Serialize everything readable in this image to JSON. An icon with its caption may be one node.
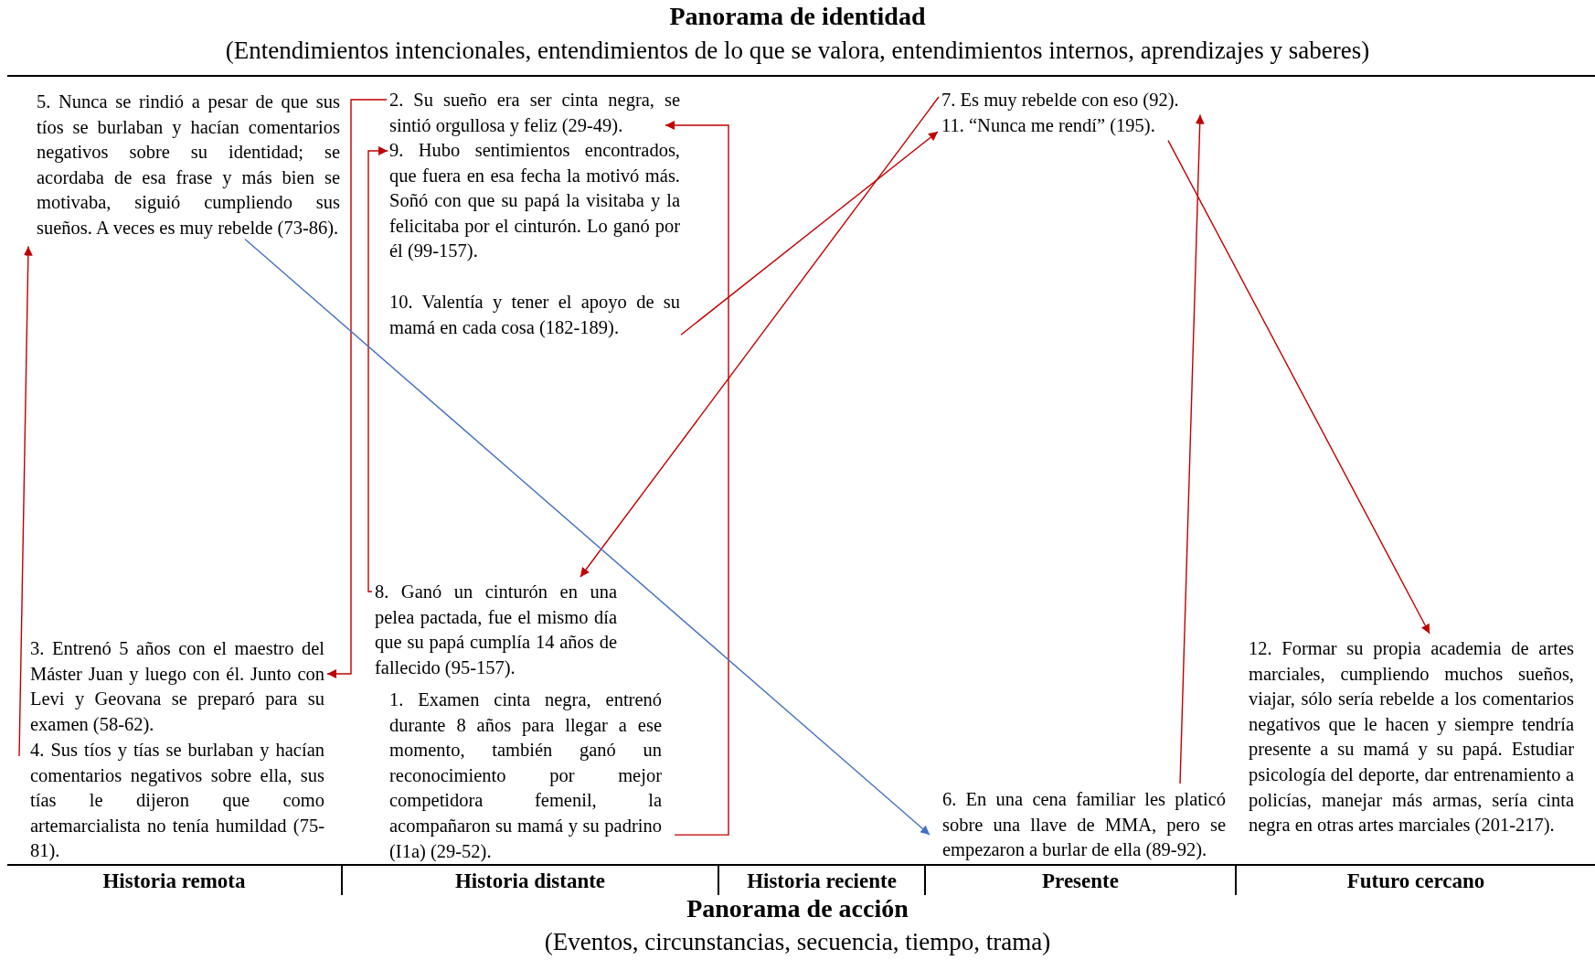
{
  "diagram": {
    "title": "Panorama de identidad",
    "nodes": [
      {
        "text": [
          "5. Nunca se rindió a pesar de que sus tíos se burlaban y hacían comentarios negativos sobre su identidad; se acordaba de esa frase y más bien se motivaba, siguió cumpliendo sus sueños. A veces es muy rebelde (73-86)."
        ]
      },
      {
        "text": [
          "2. Su sueño era ser cinta negra, se sintió orgullosa y feliz (29-49)."
        ]
      },
      {
        "text": [
          "9. Hubo sentimientos encontrados, que fuera en esa fecha la motivó más. Soñó con que su papá la visitaba y la felicitaba por el cinturón. Lo ganó por él (99-157)."
        ]
      },
      {
        "text": [
          "10. Valentía y tener el apoyo de su mamá en cada cosa (182-189)."
        ]
      },
      {
        "text": [
          "7. Es muy rebelde con eso (92)."
        ]
      },
      {
        "text": [
          "11. “Nunca me rendí” (195)."
        ]
      },
      {
        "text": [
          "8. Ganó un cinturón en una pelea pactada, fue el mismo día que su papá cumplía 14 años de fallecido (95-157)."
        ]
      },
      {
        "text": [
          "3. Entrenó 5 años con el maestro del Máster Juan y luego con él. Junto con Levi y Geovana se preparó para su examen (58-62)."
        ]
      },
      {
        "text": [
          "4. Sus tíos y tías se burlaban y hacían comentarios negativos sobre ella, sus tías le dijeron que como artemarcialista no tenía humildad (75-81)."
        ]
      },
      {
        "text": [
          "1. Examen cinta negra, entrenó durante 8 años para llegar a ese momento, también ganó un reconocimiento por mejor competidora femenil, la acompañaron su mamá y su padrino  (I1a) (29-52)."
        ]
      },
      {
        "text": [
          "6. En una cena familiar les platicó sobre una llave de MMA, pero se empezaron a burlar de ella (89-92)."
        ]
      },
      {
        "text": [
          "12. Formar su propia academia de artes marciales, cumpliendo muchos sueños, viajar, sólo sería rebelde a los comentarios negativos que le hacen y siempre tendría presente a su mamá y su papá. Estudiar psicología del deporte, dar entrenamiento a policías, manejar más armas, sería cinta negra en otras artes marciales (201-217)."
        ]
      }
    ],
    "edges": [
      {
        "from": 1,
        "to": 7,
        "arrow": "to"
      },
      {
        "from": 6,
        "to": 2,
        "arrow": "to"
      },
      {
        "from": 9,
        "to": 1,
        "arrow": "to"
      },
      {
        "from": 3,
        "to": 5,
        "arrow": "to"
      },
      {
        "from": 4,
        "to": 6,
        "arrow": "to"
      },
      {
        "from": 8,
        "to": 0,
        "arrow": "to"
      },
      {
        "from": 0,
        "to": 10,
        "arrow": "to",
        "color": "#4472c4"
      },
      {
        "from": 10,
        "to": 4,
        "arrow": "to"
      },
      {
        "from": 5,
        "to": 11,
        "arrow": "to"
      }
    ],
    "labels": [
      "(Entendimientos intencionales, entendimientos de lo que se valora, entendimientos internos, aprendizajes y saberes)",
      "Historia remota",
      "Historia distante",
      "Historia reciente",
      "Presente",
      "Futuro cercano",
      "Panorama de acción",
      "(Eventos, circunstancias, secuencia, tiempo, trama)"
    ]
  }
}
